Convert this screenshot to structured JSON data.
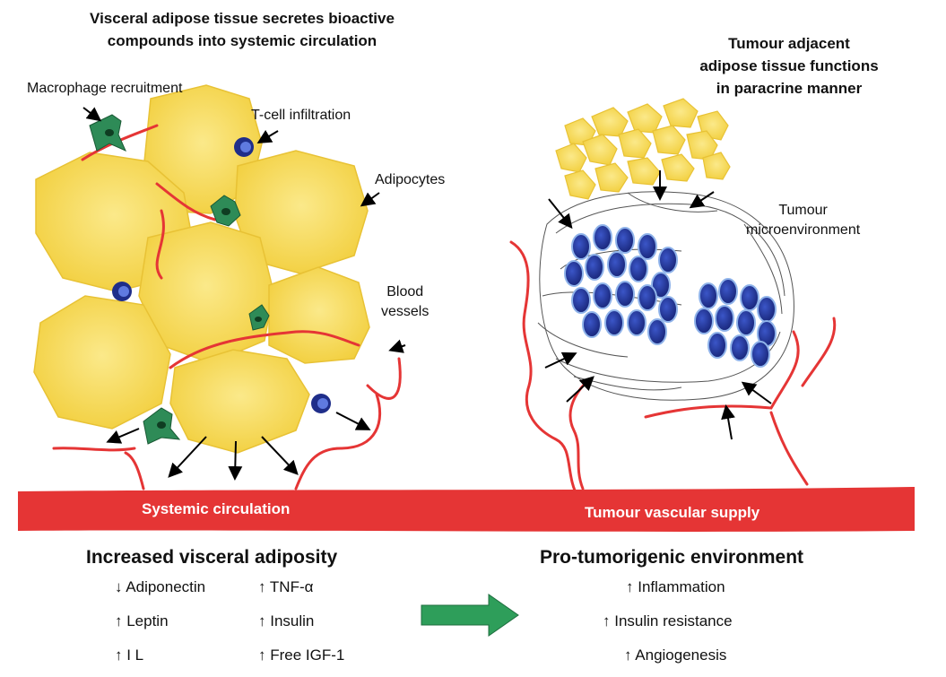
{
  "left_title": [
    "Visceral adipose tissue secretes bioactive",
    "compounds into systemic circulation"
  ],
  "right_title": [
    "Tumour adjacent",
    "adipose tissue functions",
    "in paracrine manner"
  ],
  "labels": {
    "macrophage": "Macrophage recruitment",
    "tcell": "T-cell infiltration",
    "adipocytes": "Adipocytes",
    "blood_vessels": [
      "Blood",
      "vessels"
    ],
    "tumour_micro": [
      "Tumour",
      "microenvironment"
    ]
  },
  "bands": {
    "systemic": "Systemic circulation",
    "tumour_supply": "Tumour vascular supply"
  },
  "left_heading": "Increased visceral adiposity",
  "left_items": [
    [
      "↓ Adiponectin",
      "↑ TNF-α"
    ],
    [
      "↑ Leptin",
      "↑ Insulin"
    ],
    [
      "↑ I L",
      "↑ Free IGF-1"
    ]
  ],
  "right_heading": "Pro-tumorigenic environment",
  "right_items": [
    "↑ Inflammation",
    "↑ Insulin  resistance",
    "↑ Angiogenesis"
  ],
  "colors": {
    "adipocyte": "#f7dc5a",
    "vessel": "#e53535",
    "macrophage": "#2e8b57",
    "tcell": "#1f2e8a",
    "arrow_green": "#2e9e5a"
  }
}
